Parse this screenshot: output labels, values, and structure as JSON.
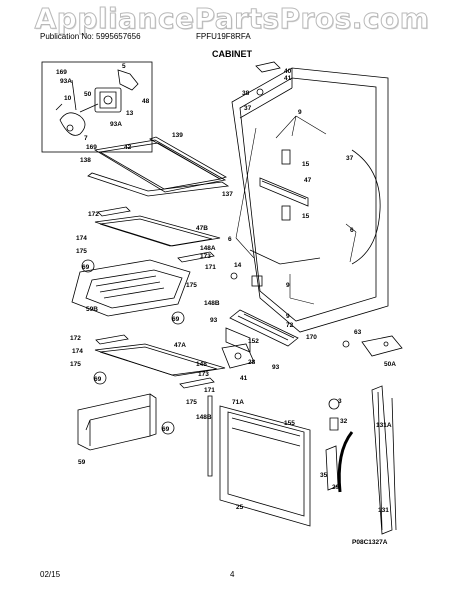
{
  "watermark": "AppliancePartsPros.com",
  "header": {
    "publication": "Publication No: 5995657656",
    "model": "FPFU19F8RFA",
    "section": "CABINET"
  },
  "footer": {
    "date": "02/15",
    "page": "4"
  },
  "figure_code": "P08C1327A",
  "callouts": [
    "169",
    "93A",
    "5",
    "50",
    "10",
    "48",
    "13",
    "93A",
    "7",
    "169",
    "139",
    "42",
    "138",
    "137",
    "172",
    "47B",
    "174",
    "175",
    "148A",
    "173",
    "69",
    "171",
    "175",
    "148B",
    "59B",
    "69",
    "172",
    "47A",
    "174",
    "175",
    "148",
    "173",
    "69",
    "171",
    "175",
    "148B",
    "59",
    "69",
    "40",
    "41",
    "38",
    "37",
    "9",
    "37",
    "15",
    "47",
    "15",
    "6",
    "6",
    "14",
    "9",
    "9",
    "72",
    "152",
    "28",
    "41",
    "93",
    "170",
    "93",
    "63",
    "50A",
    "3",
    "32",
    "71A",
    "155",
    "25",
    "35",
    "29",
    "131A",
    "131"
  ]
}
